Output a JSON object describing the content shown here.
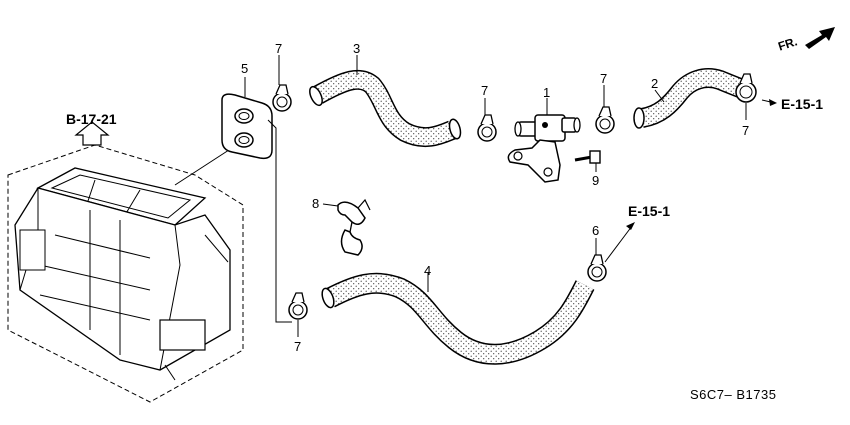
{
  "labels": {
    "p1": "1",
    "p2": "2",
    "p3": "3",
    "p4": "4",
    "p5": "5",
    "p6": "6",
    "p7": "7",
    "p8": "8",
    "p9": "9"
  },
  "refs": {
    "b1721": "B-17-21",
    "e151_upper": "E-15-1",
    "e151_lower": "E-15-1",
    "fr": "FR."
  },
  "diagram_code": "S6C7–  B1735"
}
